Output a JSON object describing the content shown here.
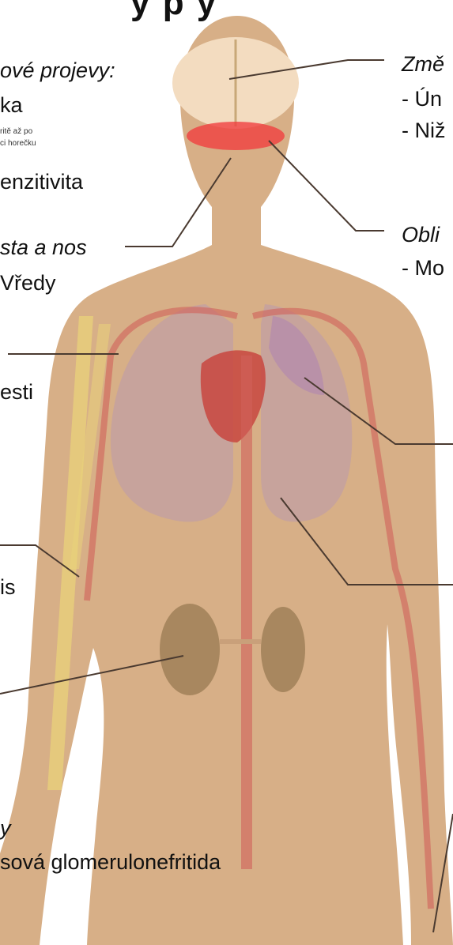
{
  "diagram": {
    "title_fragment": "y     p      y",
    "labels": {
      "general_symptoms_heading": "ové projevy:",
      "fever_fragment": "ka",
      "fever_note_line1": "ritě až po",
      "fever_note_line2": "ci horečku",
      "photosensitivity_fragment": "enzitivita",
      "mouth_nose_fragment": "sta a nos",
      "ulcers_fragment": "Vředy",
      "chest_fragment": "esti",
      "arthritis_fragment": "is",
      "kidney_heading_fragment": "y",
      "glomerulonephritis_fragment": "sová glomerulonefritida",
      "brain_heading_fragment": "Změ",
      "brain_item1_fragment": "- Ún",
      "brain_item2_fragment": "- Niž",
      "face_heading_fragment": "Obli",
      "face_item1_fragment": "- Mo"
    },
    "colors": {
      "skin": "#D7AF87",
      "brain": "#F3DCC0",
      "rash": "#F04040",
      "lungs": "#C19FA3",
      "vessels": "#D0605A",
      "kidneys": "#A8875F",
      "bones": "#EAD27A",
      "leader_lines": "#4A3A30"
    }
  }
}
